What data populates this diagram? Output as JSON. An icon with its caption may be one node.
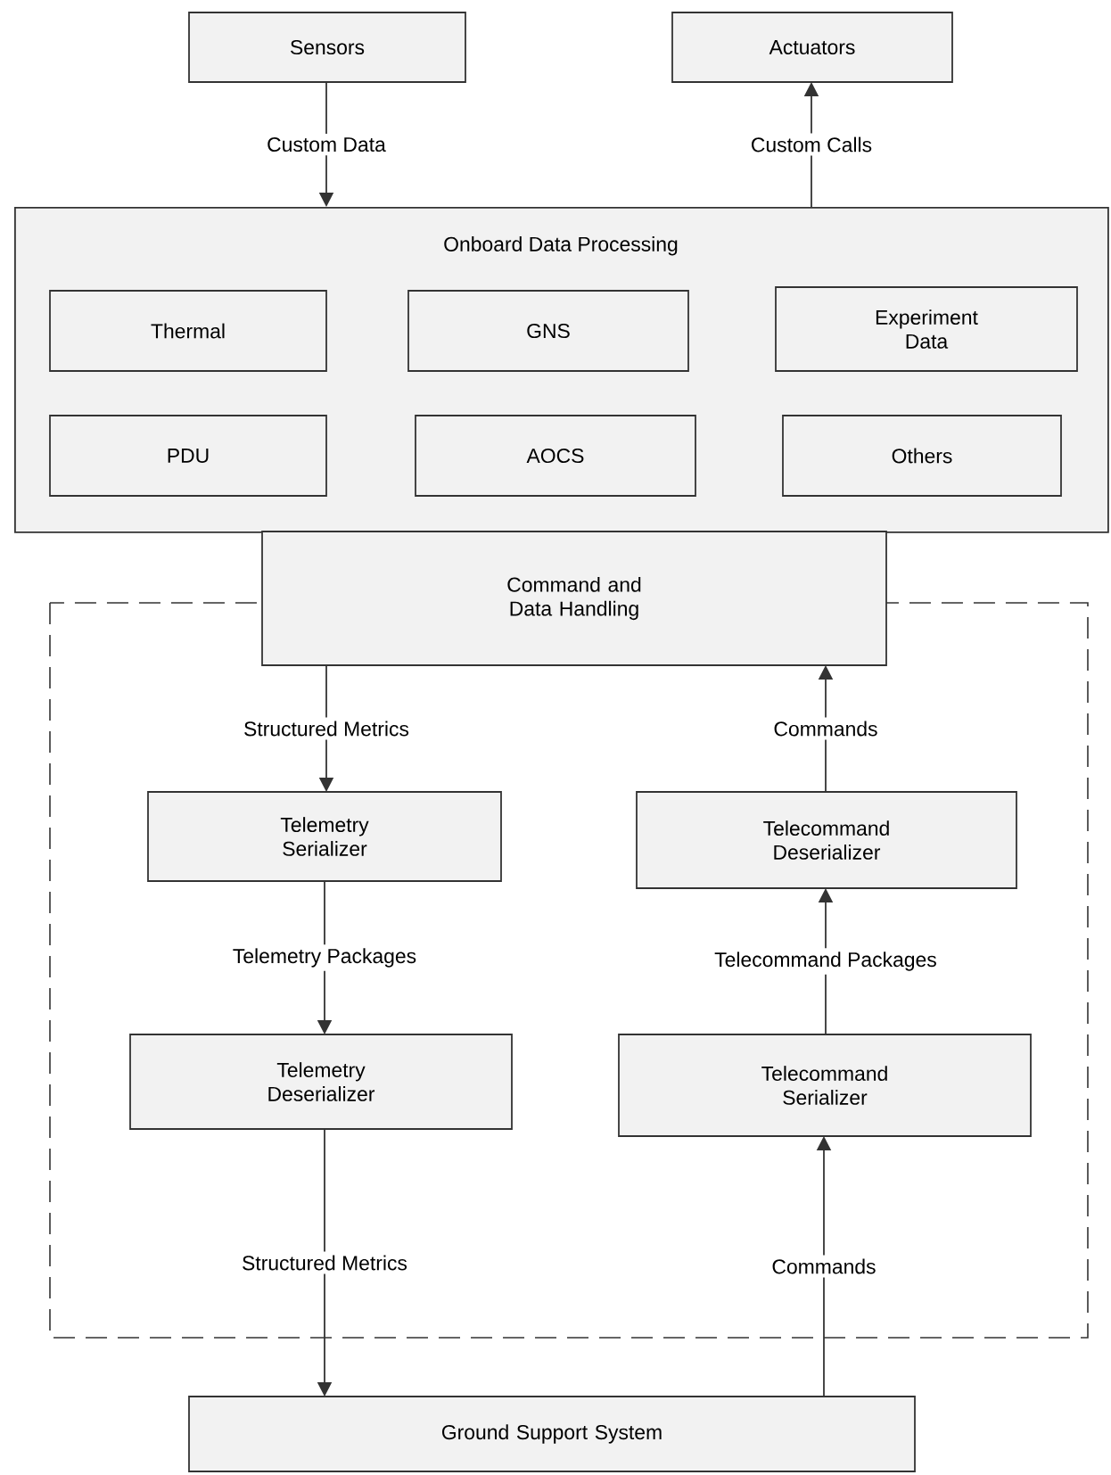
{
  "diagram": {
    "nodes": [
      {
        "text": [
          "Sensors"
        ]
      },
      {
        "text": [
          "Actuators"
        ]
      },
      {
        "text": [
          "Onboard Data Processing"
        ]
      },
      {
        "text": [
          "Thermal"
        ],
        "in": 2
      },
      {
        "text": [
          "GNS"
        ],
        "in": 2
      },
      {
        "text": [
          "Experiment Data"
        ],
        "in": 2
      },
      {
        "text": [
          "PDU"
        ],
        "in": 2
      },
      {
        "text": [
          "AOCS"
        ],
        "in": 2
      },
      {
        "text": [
          "Others"
        ],
        "in": 2
      },
      {
        "text": [
          "Command and Data Handling"
        ]
      },
      {
        "text": [
          "Telemetry Serializer"
        ]
      },
      {
        "text": [
          "Telemetry Deserializer"
        ]
      },
      {
        "text": [
          "Telecommand Deserializer"
        ]
      },
      {
        "text": [
          "Telecommand Serializer"
        ]
      },
      {
        "text": [
          "Ground Support System"
        ]
      }
    ],
    "edges": [
      {
        "from": 0,
        "to": 2,
        "arrow": "to",
        "label": "Custom Data"
      },
      {
        "from": 2,
        "to": 1,
        "arrow": "to",
        "label": "Custom Calls"
      },
      {
        "from": 9,
        "to": 10,
        "arrow": "to",
        "label": "Structured Metrics"
      },
      {
        "from": 10,
        "to": 11,
        "arrow": "to",
        "label": "Telemetry Packages"
      },
      {
        "from": 11,
        "to": 14,
        "arrow": "to",
        "label": "Structured Metrics"
      },
      {
        "from": 13,
        "to": 12,
        "arrow": "to",
        "label": "Telecommand Packages"
      },
      {
        "from": 12,
        "to": 9,
        "arrow": "to",
        "label": "Commands"
      },
      {
        "from": 14,
        "to": 13,
        "arrow": "to",
        "label": "Commands"
      }
    ]
  }
}
